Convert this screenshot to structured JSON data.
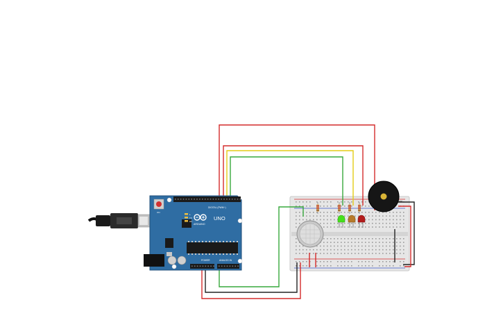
{
  "circuit": {
    "board": {
      "brand": "ARDUINO",
      "model": "UNO",
      "header_digital": "DIGITAL (PWM~)",
      "header_power": "POWER",
      "header_analog": "ANALOG IN",
      "label_tx": "TX",
      "label_rx": "RX",
      "label_l": "L",
      "label_on": "ON"
    },
    "components": {
      "led_colors": [
        "#46e01c",
        "#b77a2a",
        "#b31c1c"
      ],
      "wire_colors": {
        "red": "#d42a2a",
        "yellow": "#e3cc16",
        "green": "#37a83c",
        "black": "#222222"
      },
      "board_color": "#2f6da3",
      "breadboard_color": "#e8e8e8"
    }
  }
}
